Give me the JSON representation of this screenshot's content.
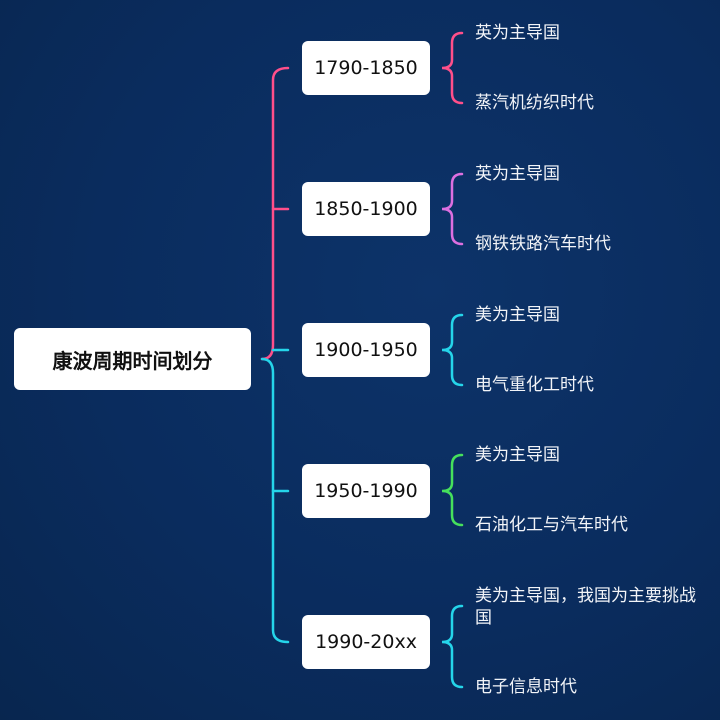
{
  "root": {
    "label": "康波周期时间划分"
  },
  "colors": {
    "pink": "#ff4f8a",
    "orchid": "#dd6fe0",
    "cyan": "#25d5ea",
    "green": "#46e05c"
  },
  "eras": [
    {
      "label": "1790-1850",
      "color": "#ff4f8a",
      "leaves": [
        "英为主导国",
        "蒸汽机纺织时代"
      ]
    },
    {
      "label": "1850-1900",
      "color": "#dd6fe0",
      "leaves": [
        "英为主导国",
        "钢铁铁路汽车时代"
      ]
    },
    {
      "label": "1900-1950",
      "color": "#25d5ea",
      "leaves": [
        "美为主导国",
        "电气重化工时代"
      ]
    },
    {
      "label": "1950-1990",
      "color": "#46e05c",
      "leaves": [
        "美为主导国",
        "石油化工与汽车时代"
      ]
    },
    {
      "label": "1990-20xx",
      "color": "#25d5ea",
      "leaves": [
        "美为主导国，我国为主要挑战国",
        "电子信息时代"
      ]
    }
  ]
}
